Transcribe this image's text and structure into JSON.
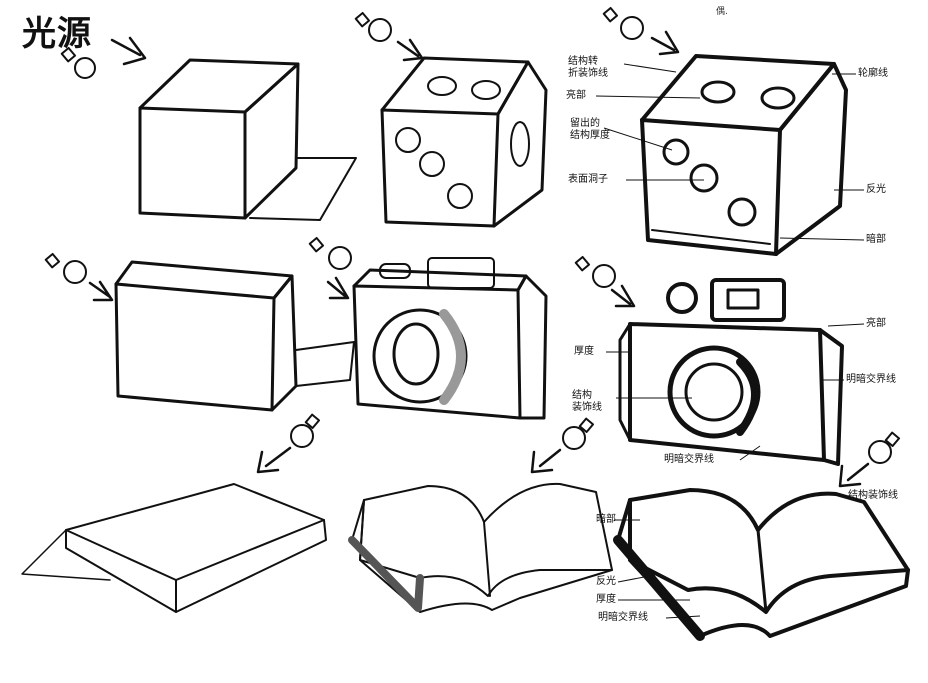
{
  "title": "光源",
  "corner_note": "偶.",
  "labels": {
    "dice": {
      "structural_fold_line": "结构转\n折装饰线",
      "highlight": "亮部",
      "hole_thickness": "留出的\n结构厚度",
      "surface_hole": "表面洞子",
      "contour_line": "轮廓线",
      "reflected_light": "反光",
      "dark_part": "暗部"
    },
    "camera": {
      "thickness": "厚度",
      "structural_decor_line": "结构\n装饰线",
      "highlight": "亮部",
      "light_dark_boundary_1": "明暗交界线",
      "light_dark_boundary_2": "明暗交界线"
    },
    "book": {
      "structural_decor_line": "结构装饰线",
      "dark_part": "暗部",
      "reflected_light": "反光",
      "thickness": "厚度",
      "light_dark_boundary": "明暗交界线"
    }
  },
  "colors": {
    "ink": "#111111",
    "paper": "#ffffff",
    "shade": "#555555"
  }
}
